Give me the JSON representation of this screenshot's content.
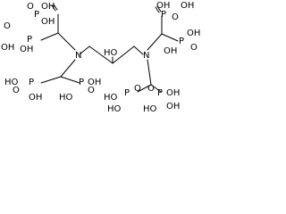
{
  "molecule": {
    "labels": {
      "n": "N",
      "p": "P",
      "o": "O",
      "oh": "OH",
      "ho": "HO"
    }
  }
}
